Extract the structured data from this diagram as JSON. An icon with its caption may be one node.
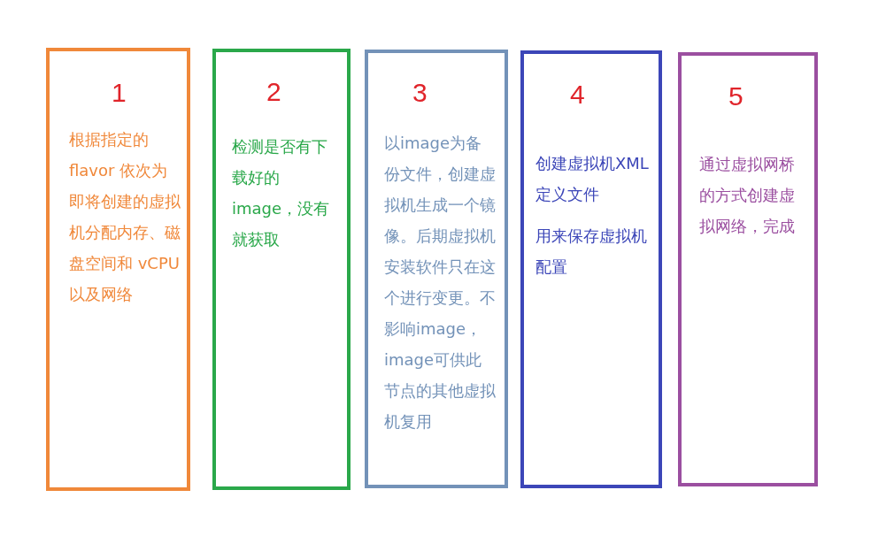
{
  "diagram": {
    "nodes": [
      {
        "text": [
          "1",
          "根据指定的flavor 依次为即将创建的虚拟机分配内存、磁盘空间和 vCPU以及网络"
        ]
      },
      {
        "text": [
          "2",
          "检测是否有下载好的image，没有就获取"
        ]
      },
      {
        "text": [
          "3",
          "以image为备份文件，创建虚拟机生成一个镜像。后期虚拟机安装软件只在这个进行变更。不影响image，image可供此节点的其他虚拟机复用"
        ]
      },
      {
        "text": [
          "4",
          "创建虚拟机XML定义文件",
          "用来保存虚拟机配置"
        ]
      },
      {
        "text": [
          "5",
          "通过虚拟网桥的方式创建虚拟网络，完成"
        ]
      }
    ]
  }
}
